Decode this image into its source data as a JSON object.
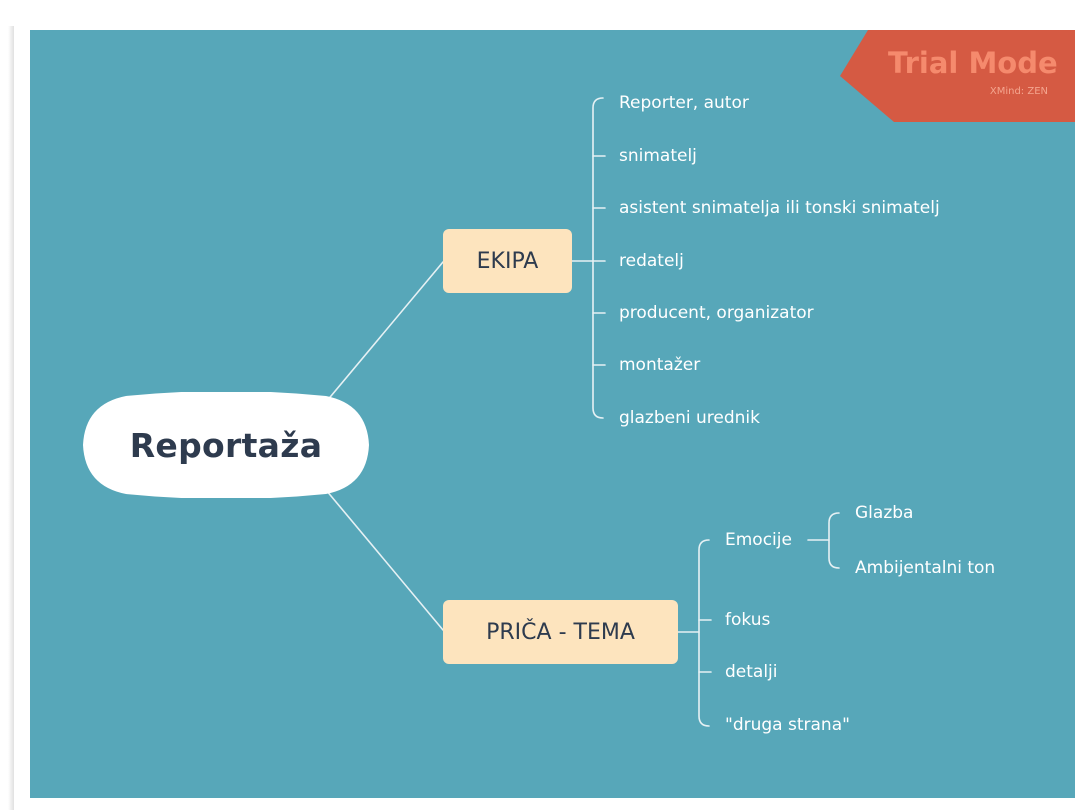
{
  "central_topic": "Reportaža",
  "branches": [
    {
      "label": "EKIPA",
      "children": [
        "Reporter, autor",
        "snimatelj",
        "asistent snimatelja ili tonski snimatelj",
        "redatelj",
        "producent, organizator",
        "montažer",
        "glazbeni urednik"
      ]
    },
    {
      "label": "PRIČA - TEMA",
      "children": [
        {
          "label": "Emocije",
          "children": [
            "Glazba",
            "Ambijentalni ton"
          ]
        },
        {
          "label": "fokus"
        },
        {
          "label": "detalji"
        },
        {
          "label": "\"druga strana\""
        }
      ]
    }
  ],
  "watermark": {
    "title": "Trial Mode",
    "subtitle": "XMind: ZEN"
  },
  "colors": {
    "canvas": "#57a7b9",
    "topic_fill": "#fde4be",
    "central_fill": "#ffffff",
    "connector": "#e6f1f4",
    "watermark_fill": "#d55a43"
  }
}
